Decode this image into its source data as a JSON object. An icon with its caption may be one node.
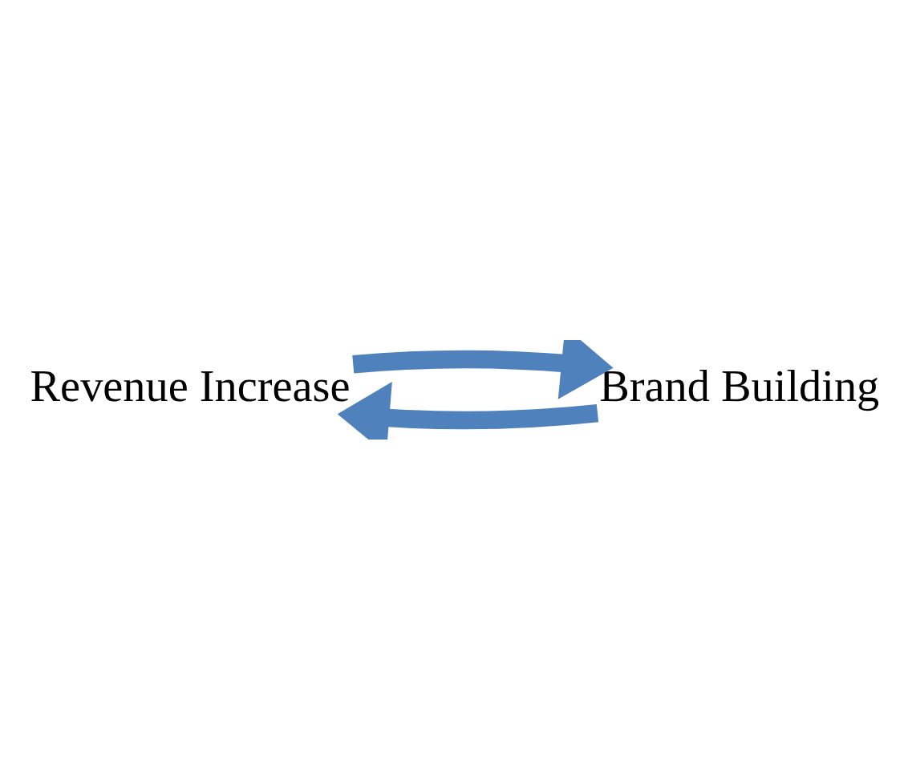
{
  "diagram": {
    "nodes": [
      {
        "text": [
          "Revenue Increase"
        ]
      },
      {
        "text": [
          "Brand Building"
        ]
      }
    ],
    "edges": [
      {
        "from": 1,
        "to": 0,
        "arrow": "to"
      },
      {
        "from": 0,
        "to": 1,
        "arrow": "to"
      }
    ]
  }
}
